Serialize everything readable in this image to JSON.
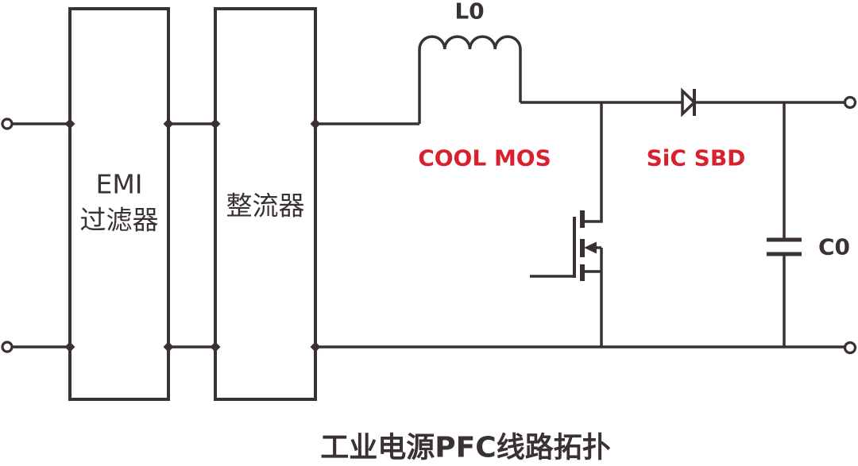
{
  "diagram": {
    "title": "工业电源PFC线路拓扑"
  },
  "blocks": {
    "emi": {
      "line1": "EMI",
      "line2": "过滤器"
    },
    "rectifier": {
      "label": "整流器"
    }
  },
  "components": {
    "inductor": {
      "label": "L0"
    },
    "mosfet": {
      "label": "COOL MOS"
    },
    "diode": {
      "label": "SiC SBD"
    },
    "capacitor": {
      "label": "C0"
    }
  },
  "colors": {
    "ink": "#3a3132",
    "accent": "#d8202e",
    "background": "#ffffff"
  }
}
